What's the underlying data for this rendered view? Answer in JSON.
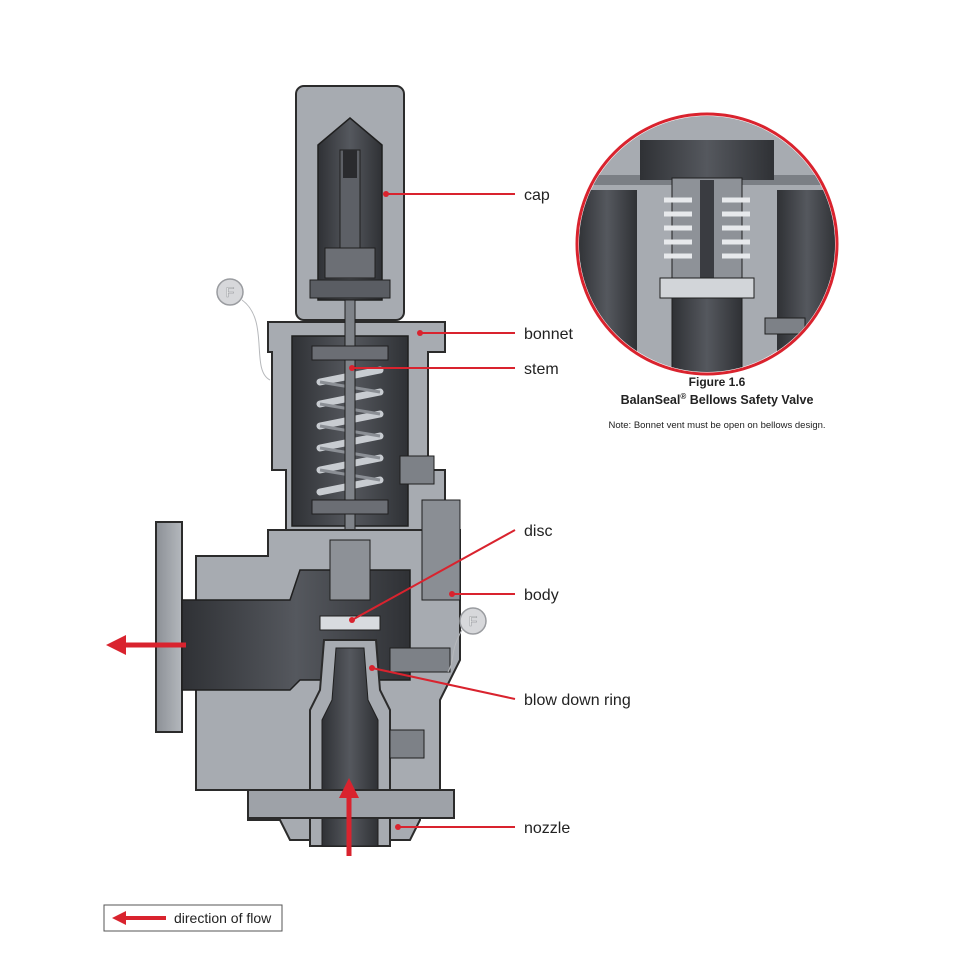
{
  "labels": {
    "cap": "cap",
    "bonnet": "bonnet",
    "stem": "stem",
    "disc": "disc",
    "body": "body",
    "blow_down_ring": "blow down ring",
    "nozzle": "nozzle"
  },
  "figure": {
    "number": "Figure 1.6",
    "title": "BalanSeal",
    "title_mark": "®",
    "title_rest": " Bellows Safety Valve",
    "note": "Note: Bonnet vent must be open on bellows design."
  },
  "legend": {
    "text": "direction of flow",
    "icon": "arrow-left-icon"
  },
  "fire_badge": "F",
  "colors": {
    "leader": "#d9232e",
    "metal": "#a7abb1",
    "dark_metal": "#3d3f44",
    "cavity": "#4a4c52",
    "outline": "#2b2b2b"
  }
}
